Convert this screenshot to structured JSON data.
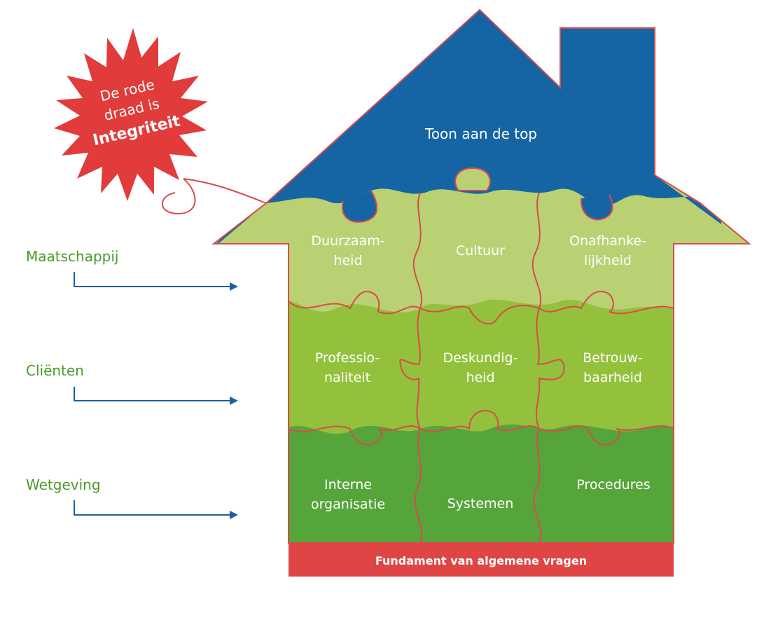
{
  "roof": {
    "label": "Toon aan de top",
    "color": "#1565a5"
  },
  "burst": {
    "line1": "De rode",
    "line2": "draad is",
    "line3": "Integriteit",
    "color": "#e23b3b"
  },
  "side_labels": [
    {
      "text": "Maatschappij"
    },
    {
      "text": "Cliënten"
    },
    {
      "text": "Wetgeving"
    }
  ],
  "pieces": [
    {
      "lines": [
        "Duurzaam-",
        "heid"
      ]
    },
    {
      "lines": [
        "Cultuur"
      ]
    },
    {
      "lines": [
        "Onafhanke-",
        "lijkheid"
      ]
    },
    {
      "lines": [
        "Professio-",
        "naliteit"
      ]
    },
    {
      "lines": [
        "Deskundig-",
        "heid"
      ]
    },
    {
      "lines": [
        "Betrouw-",
        "baarheid"
      ]
    },
    {
      "lines": [
        "Interne",
        "organisatie"
      ]
    },
    {
      "lines": [
        "Systemen"
      ]
    },
    {
      "lines": [
        "Procedures"
      ]
    }
  ],
  "foundation": {
    "label": "Fundament van algemene vragen",
    "color": "#e04545"
  },
  "colors": {
    "band_light": "#b9d173",
    "band_mid": "#94c13b",
    "band_dark": "#56a53a",
    "piece_outline": "#d94b4b",
    "side_text": "#4a9a2a",
    "arrow": "#1f5f9f"
  }
}
